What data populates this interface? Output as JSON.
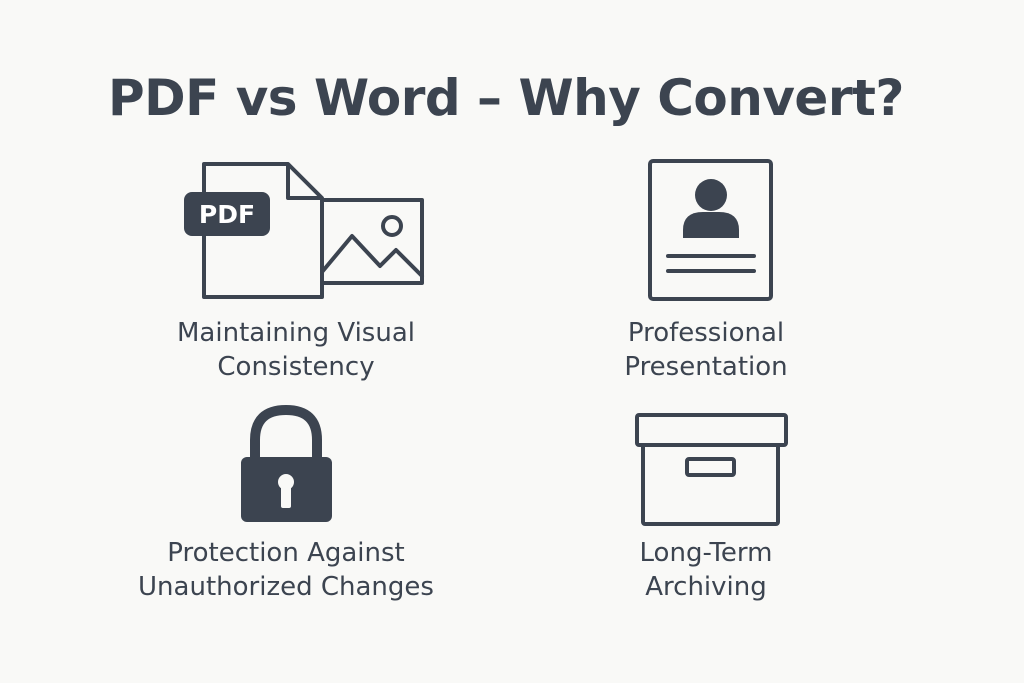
{
  "title": "PDF vs Word – Why Convert?",
  "colors": {
    "ink": "#3c4450",
    "background": "#f9f9f7"
  },
  "benefits": [
    {
      "icon": "pdf-image-document-icon",
      "badge": "PDF",
      "line1": "Maintaining Visual",
      "line2": "Consistency"
    },
    {
      "icon": "profile-document-icon",
      "line1": "Professional",
      "line2": "Presentation"
    },
    {
      "icon": "padlock-icon",
      "line1": "Protection Against",
      "line2": "Unauthorized Changes"
    },
    {
      "icon": "archive-box-icon",
      "line1": "Long-Term",
      "line2": "Archiving"
    }
  ]
}
